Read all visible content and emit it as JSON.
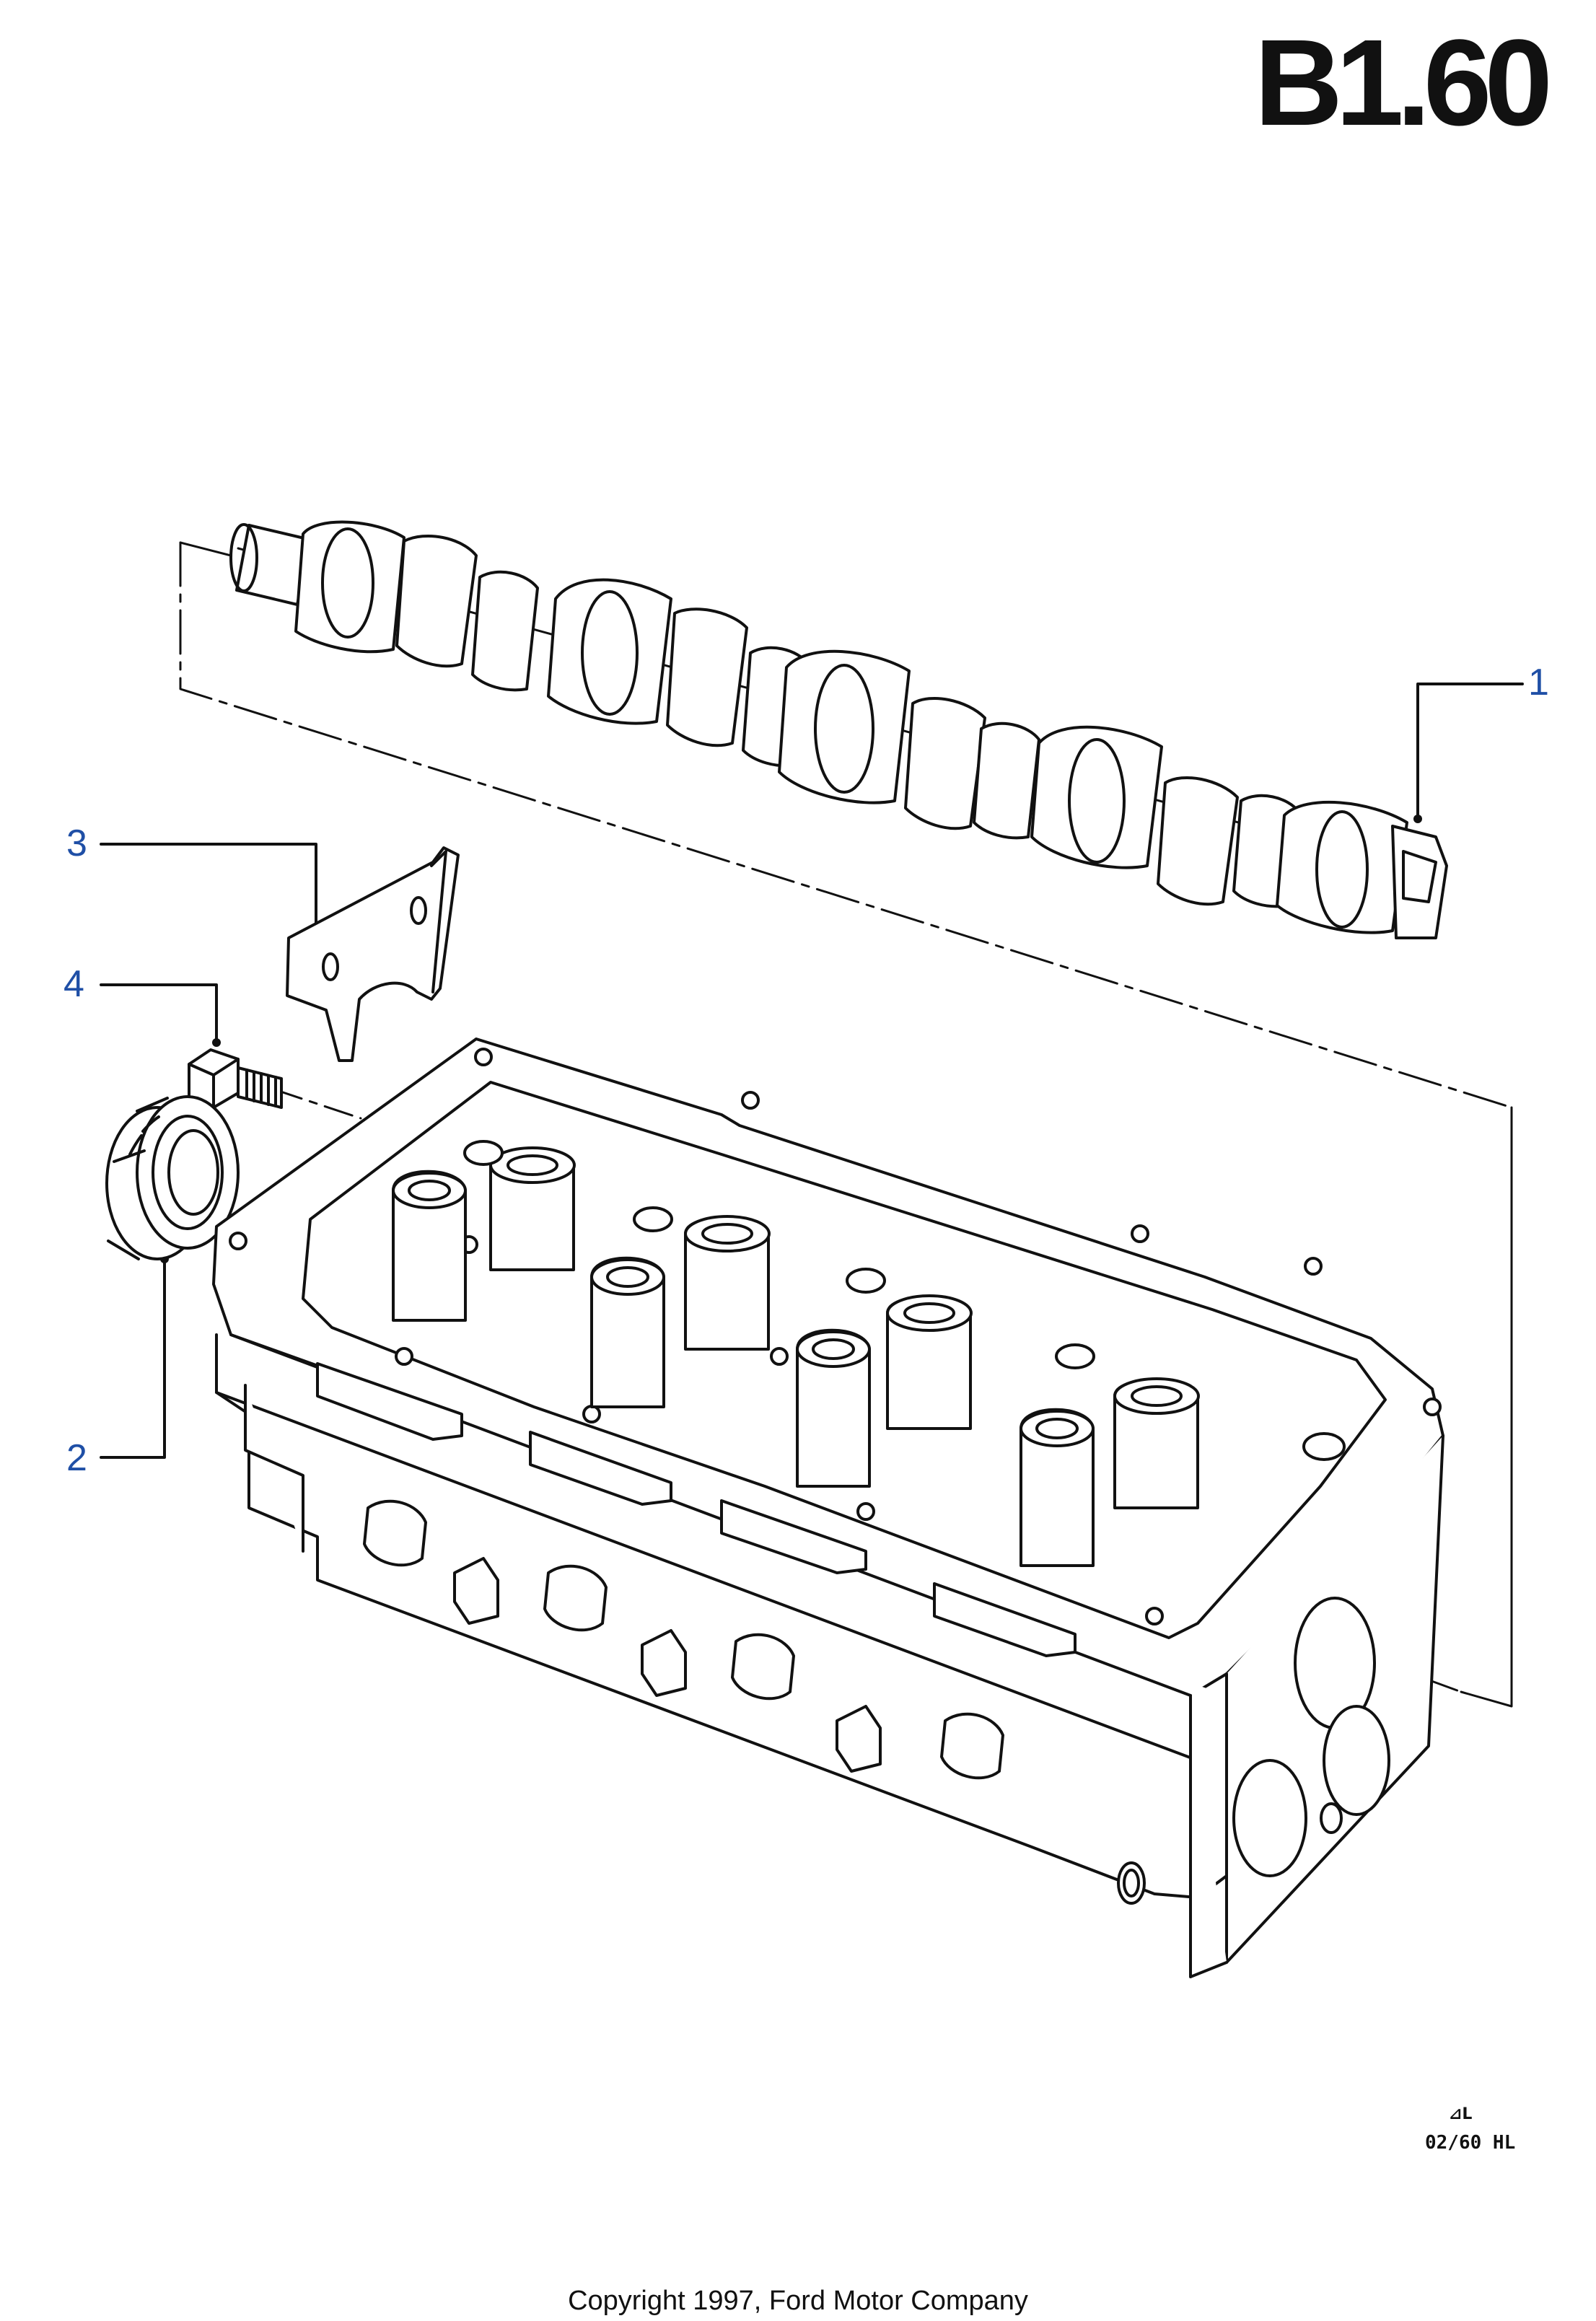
{
  "header": {
    "page_code": "B1.60"
  },
  "callouts": [
    {
      "id": "1",
      "label": "1"
    },
    {
      "id": "2",
      "label": "2"
    },
    {
      "id": "3",
      "label": "3"
    },
    {
      "id": "4",
      "label": "4"
    }
  ],
  "footer": {
    "drawing_mark": "⊿L",
    "drawing_code": "02/60 HL",
    "copyright": "Copyright 1997, Ford Motor Company"
  },
  "colors": {
    "callout": "#1f4fa6",
    "line": "#111111",
    "background": "#ffffff"
  }
}
